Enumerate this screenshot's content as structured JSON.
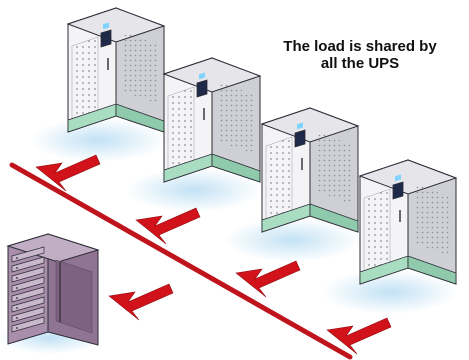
{
  "caption": {
    "line1": "The load is shared by",
    "line2": "all the UPS"
  },
  "colors": {
    "bus": "#c0141c",
    "arrow": "#d2121a",
    "ups_front": "#f4f4f6",
    "ups_side": "#cfd0d6",
    "ups_top": "#e6e6ea",
    "ups_base_stripe": "#a9ddc2",
    "glow": "#bfe0f4",
    "rack": "#a88eaa",
    "rack_dark": "#7d6381"
  },
  "ups_units": [
    {
      "id": "ups-1"
    },
    {
      "id": "ups-2"
    },
    {
      "id": "ups-3"
    },
    {
      "id": "ups-4"
    }
  ],
  "load": {
    "icon": "server-rack-icon"
  }
}
